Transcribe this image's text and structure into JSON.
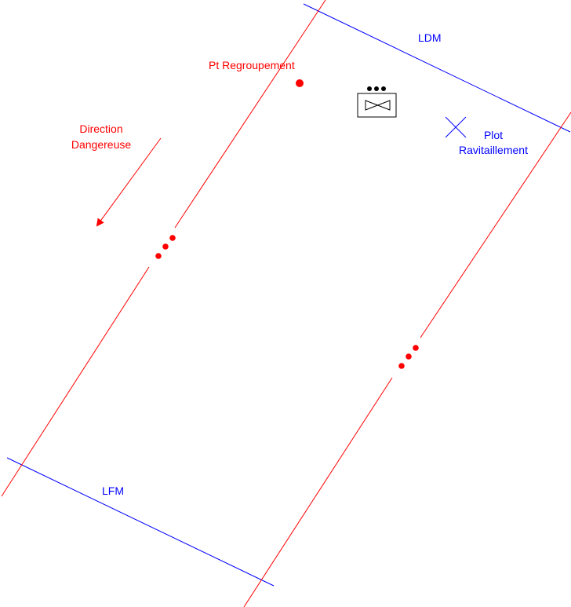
{
  "colors": {
    "limit_line": "#0000ff",
    "boundary_line": "#ff0000",
    "marker": "#ff0000",
    "text_red": "#ff0000",
    "text_blue": "#0000ff",
    "symbol": "#000000"
  },
  "labels": {
    "ldm": "LDM",
    "lfm": "LFM",
    "regroupement": "Pt Regroupement",
    "direction_line1": "Direction",
    "direction_line2": "Dangereuse",
    "plot_line1": "Plot",
    "plot_line2": "Ravitaillement"
  },
  "icons": {
    "regroupement_point": "filled-red-dot",
    "continuation_marks": "three-red-dots",
    "direction_arrow": "arrow-down-left",
    "ravitaillement_plot": "x-cross",
    "firing_post": "boxed-bowtie-with-three-dots"
  }
}
